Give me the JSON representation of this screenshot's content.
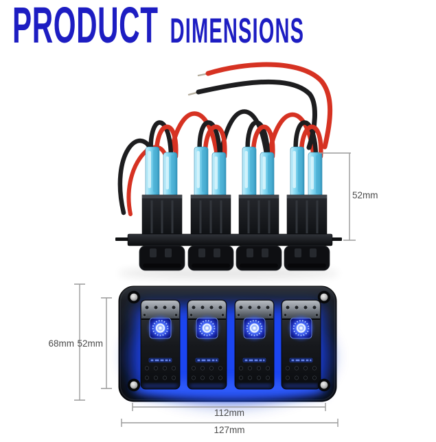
{
  "title": {
    "primary": "PRODUCT",
    "secondary": "DIMENSIONS"
  },
  "annotations": {
    "rear_height": "52mm",
    "panel_height": "68mm",
    "switch_height": "52mm",
    "mount_width": "112mm",
    "panel_width": "127mm"
  },
  "product": {
    "switch_count": 4,
    "views": [
      "rear view with wires and fuse holders",
      "front panel with lit rocker switches"
    ]
  },
  "colors": {
    "title_blue": "#1d1dc2",
    "wire_red": "#d63222",
    "wire_black": "#1d1d1f",
    "fuse_holder_cyan": "#8edcf4",
    "led_blue": "#4467f7",
    "panel_glow_blue": "#2e5aff",
    "panel_black": "#111317",
    "annotation_line": "#9a9a9a",
    "annotation_text": "#4b4b4b",
    "background": "#ffffff"
  }
}
